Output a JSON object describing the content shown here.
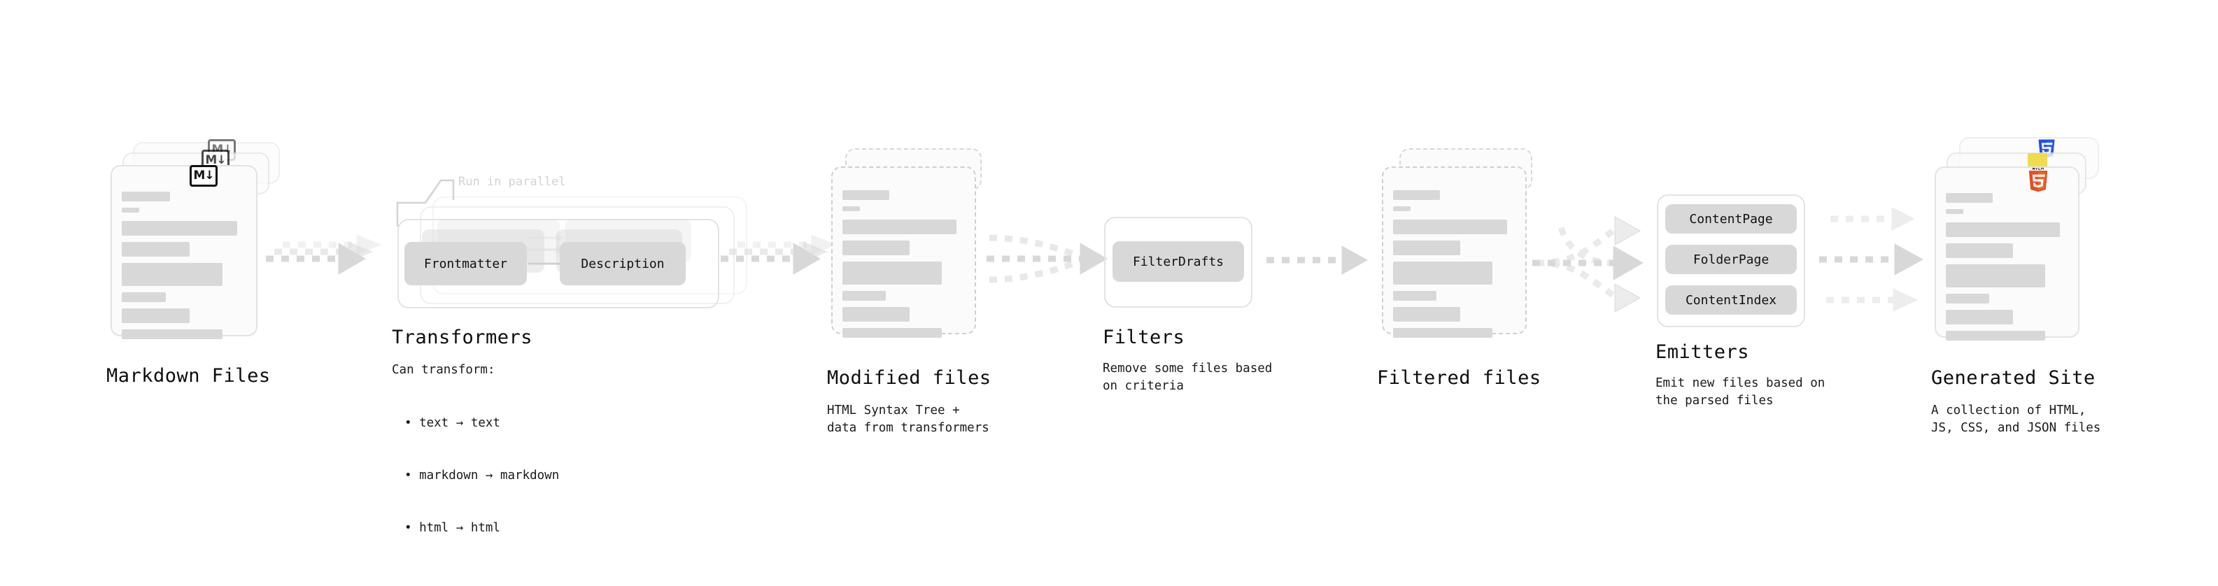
{
  "diagram": {
    "stages": [
      {
        "id": "markdown-files",
        "title": "Markdown Files",
        "subtitle": "",
        "badge": "markdown-icon",
        "badge_label": "M↓"
      },
      {
        "id": "transformers",
        "title": "Transformers",
        "subtitle": "Can transform:",
        "parallel_note": "Run in parallel",
        "chips": [
          "Frontmatter",
          "Description"
        ],
        "bullets": [
          "• text → text",
          "• markdown → markdown",
          "• html → html"
        ]
      },
      {
        "id": "modified-files",
        "title": "Modified files",
        "subtitle": "HTML Syntax Tree +\ndata from transformers"
      },
      {
        "id": "filters",
        "title": "Filters",
        "subtitle": "Remove some files based\non criteria",
        "chips": [
          "FilterDrafts"
        ]
      },
      {
        "id": "filtered-files",
        "title": "Filtered files",
        "subtitle": ""
      },
      {
        "id": "emitters",
        "title": "Emitters",
        "subtitle": "Emit new files based on\nthe parsed files",
        "chips": [
          "ContentPage",
          "FolderPage",
          "ContentIndex"
        ]
      },
      {
        "id": "generated-site",
        "title": "Generated Site",
        "subtitle": "A collection of HTML,\nJS, CSS, and JSON files",
        "badges": [
          "css3-icon",
          "javascript-icon",
          "html5-icon"
        ],
        "badge_labels": [
          "CSS",
          "JS",
          "HTML5"
        ]
      }
    ],
    "colors": {
      "background": "#ffffff",
      "card_fill": "#fbfbfb",
      "card_border": "#e3e3e3",
      "dashed_border": "#cfcfcf",
      "bar": "#d8d8d8",
      "chip": "#d8d8d8",
      "arrow": "#d8d8d8",
      "text": "#0d0d0d",
      "ghost_text": "#d3d3d3",
      "html5": "#e44d26",
      "html5_light": "#f16529",
      "css3": "#264de4",
      "javascript": "#f0db4f"
    }
  }
}
